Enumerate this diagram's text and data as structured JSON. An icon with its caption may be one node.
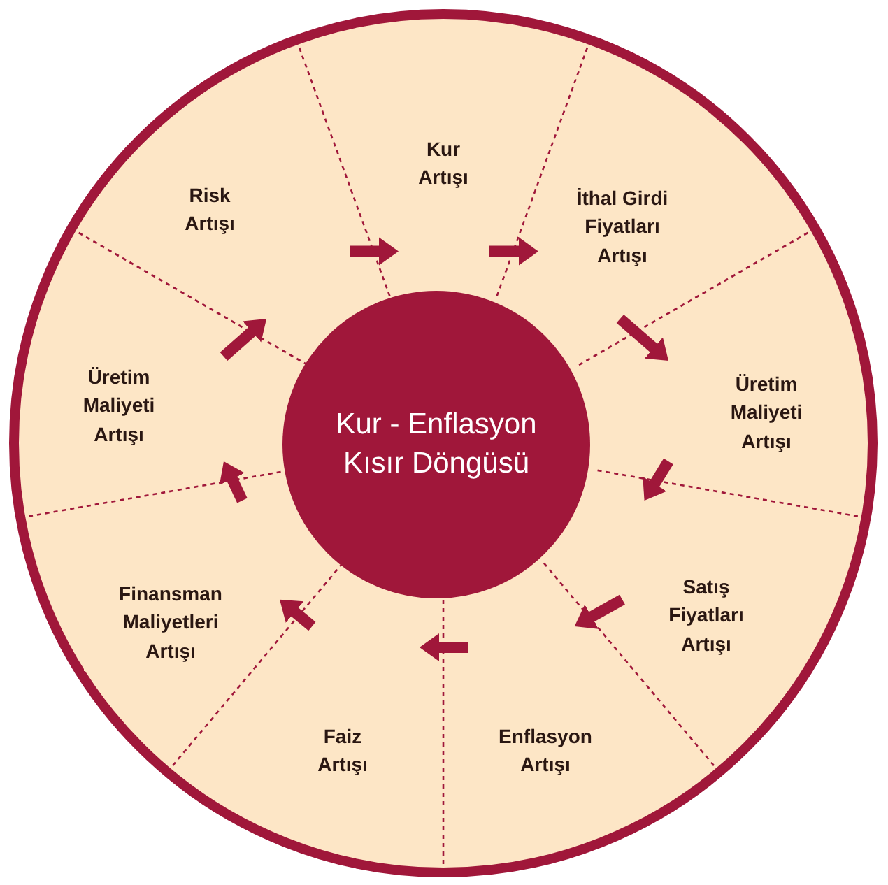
{
  "diagram": {
    "nodes": [
      {
        "text": [
          "Kur Artışı"
        ]
      },
      {
        "text": [
          "İthal Girdi Fiyatları Artışı"
        ]
      },
      {
        "text": [
          "Üretim Maliyeti Artışı"
        ]
      },
      {
        "text": [
          "Satış Fiyatları Artışı"
        ]
      },
      {
        "text": [
          "Enflasyon Artışı"
        ]
      },
      {
        "text": [
          "Faiz Artışı"
        ]
      },
      {
        "text": [
          "Finansman Maliyetleri Artışı"
        ]
      },
      {
        "text": [
          "Üretim Maliyeti Artışı"
        ]
      },
      {
        "text": [
          "Risk Artışı"
        ]
      },
      {
        "text": [
          "Kur - Enflasyon Kısır Döngüsü"
        ]
      }
    ],
    "edges": [
      {
        "from": 0,
        "to": 1,
        "arrow": "to"
      },
      {
        "from": 1,
        "to": 2,
        "arrow": "to"
      },
      {
        "from": 2,
        "to": 3,
        "arrow": "to"
      },
      {
        "from": 3,
        "to": 4,
        "arrow": "to"
      },
      {
        "from": 4,
        "to": 5,
        "arrow": "to"
      },
      {
        "from": 5,
        "to": 6,
        "arrow": "to"
      },
      {
        "from": 6,
        "to": 7,
        "arrow": "to"
      },
      {
        "from": 7,
        "to": 8,
        "arrow": "to"
      },
      {
        "from": 8,
        "to": 0,
        "arrow": "to"
      }
    ]
  }
}
